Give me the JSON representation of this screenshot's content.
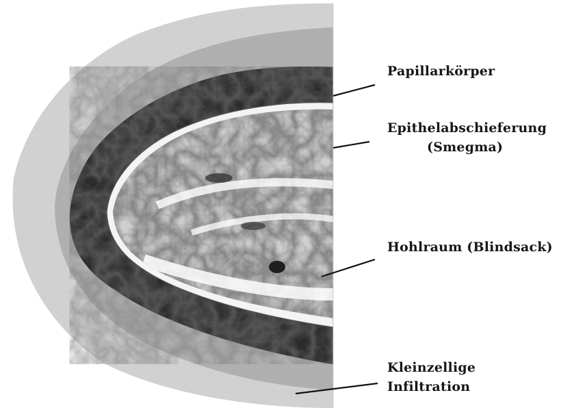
{
  "figure": {
    "palette": {
      "paper": "#ffffff",
      "stipple": "#2a2a2a",
      "dark_layer": "#2b2b2b",
      "light_layer": "#e9e9e9",
      "cavity_content": "#4a4a4a",
      "leader_line": "#111111"
    }
  },
  "labels": {
    "papillarkoerper": "Papillarkörper",
    "epithel_line1": "Epithelabschieferung",
    "epithel_line2": "(Smegma)",
    "hohlraum": "Hohlraum (Blindsack)",
    "klein_line1": "Kleinzellige",
    "klein_line2": "Infiltration"
  }
}
